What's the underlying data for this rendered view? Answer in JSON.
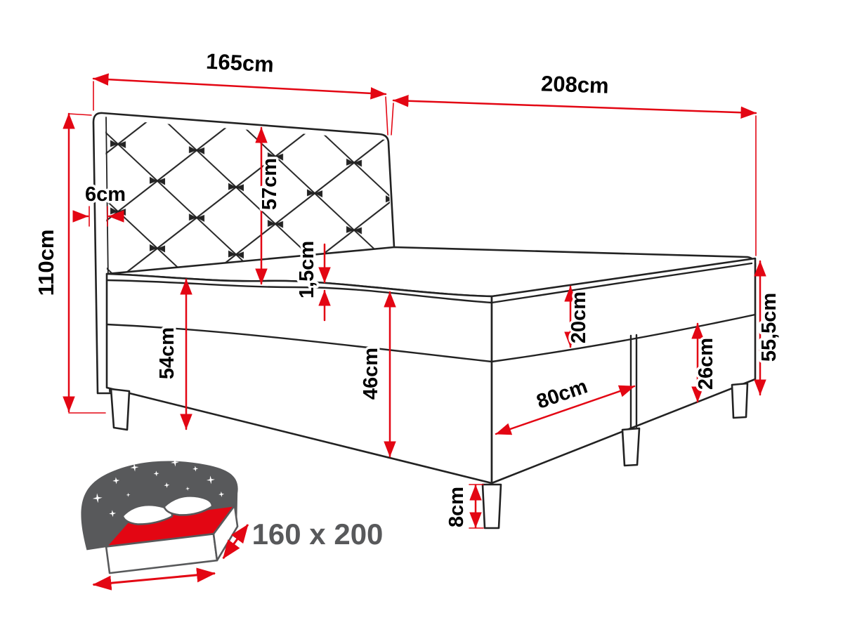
{
  "diagram": {
    "dimensions": {
      "headboard_width": "165cm",
      "bed_length": "208cm",
      "headboard_height": "110cm",
      "headboard_depth": "6cm",
      "headboard_above_mattress": "57cm",
      "topper_thickness": "1,5cm",
      "floor_to_mattress_top": "54cm",
      "mattress_and_base_height": "46cm",
      "mattress_height": "20cm",
      "base_height": "26cm",
      "foot_end_total_height": "55,5cm",
      "base_half_width": "80cm",
      "leg_height": "8cm"
    },
    "pictogram": {
      "size_label": "160 x 200"
    },
    "colors": {
      "dimension_red": "#e30613",
      "outline_black": "#222222",
      "icon_gray": "#58595b"
    }
  }
}
